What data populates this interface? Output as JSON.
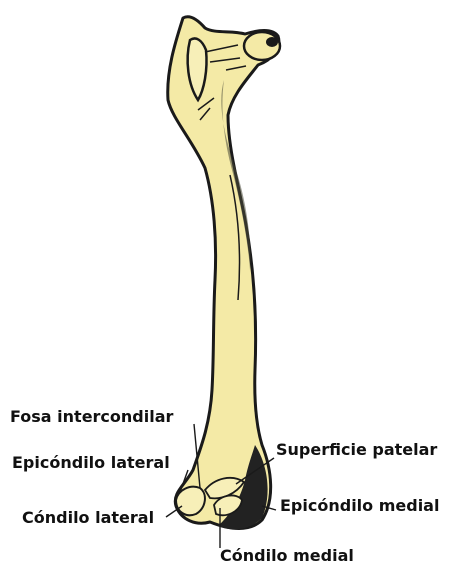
{
  "colors": {
    "bone_fill": "#f4eaa6",
    "bone_outline": "#1a1a1a",
    "shadow": "#2a2a2a",
    "background": "#ffffff"
  },
  "labels": {
    "fosa_intercondilar": "Fosa intercondilar",
    "epicondilo_lateral": "Epicóndilo lateral",
    "condilo_lateral": "Cóndilo lateral",
    "superficie_patelar": "Superficie patelar",
    "epicondilo_medial": "Epicóndilo medial",
    "condilo_medial": "Cóndilo medial"
  }
}
